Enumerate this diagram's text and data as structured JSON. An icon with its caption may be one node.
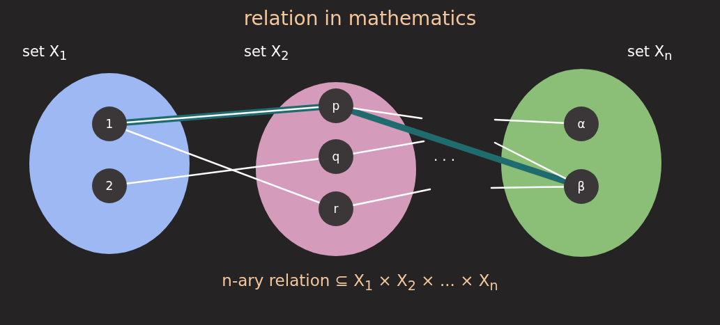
{
  "diagram": {
    "title": "relation in mathematics",
    "caption": "n-ary relation ⊆ X$_{1}$ × X$_{2}$ × ... × X$_{n}$",
    "nodes": [
      {
        "text": [
          "set X$_{1}$"
        ]
      },
      {
        "text": [
          "1"
        ],
        "in": 0
      },
      {
        "text": [
          "2"
        ],
        "in": 0
      },
      {
        "text": [
          "set X$_{2}$"
        ]
      },
      {
        "text": [
          "p"
        ],
        "in": 3
      },
      {
        "text": [
          "q"
        ],
        "in": 3
      },
      {
        "text": [
          "r"
        ],
        "in": 3
      },
      {
        "text": [
          "set X$_{n}$"
        ]
      },
      {
        "text": [
          "α"
        ],
        "in": 7
      },
      {
        "text": [
          "β"
        ],
        "in": 7
      }
    ],
    "edges": [
      {
        "from": 1,
        "to": 4,
        "arrow": "none",
        "style": "thick",
        "color": "#1f6b6e"
      },
      {
        "from": 4,
        "to": 9,
        "arrow": "none",
        "style": "thick",
        "color": "#1f6b6e"
      },
      {
        "from": 1,
        "to": 4,
        "arrow": "none"
      },
      {
        "from": 1,
        "to": 6,
        "arrow": "none"
      },
      {
        "from": 2,
        "to": 5,
        "arrow": "none"
      },
      {
        "from": 4,
        "to": null,
        "arrow": "none"
      },
      {
        "from": 5,
        "to": null,
        "arrow": "none"
      },
      {
        "from": 6,
        "to": null,
        "arrow": "none"
      },
      {
        "from": null,
        "to": 8,
        "arrow": "none"
      },
      {
        "from": null,
        "to": 9,
        "arrow": "none"
      },
      {
        "from": null,
        "to": 9,
        "arrow": "none"
      }
    ],
    "labels": [
      "..."
    ]
  }
}
